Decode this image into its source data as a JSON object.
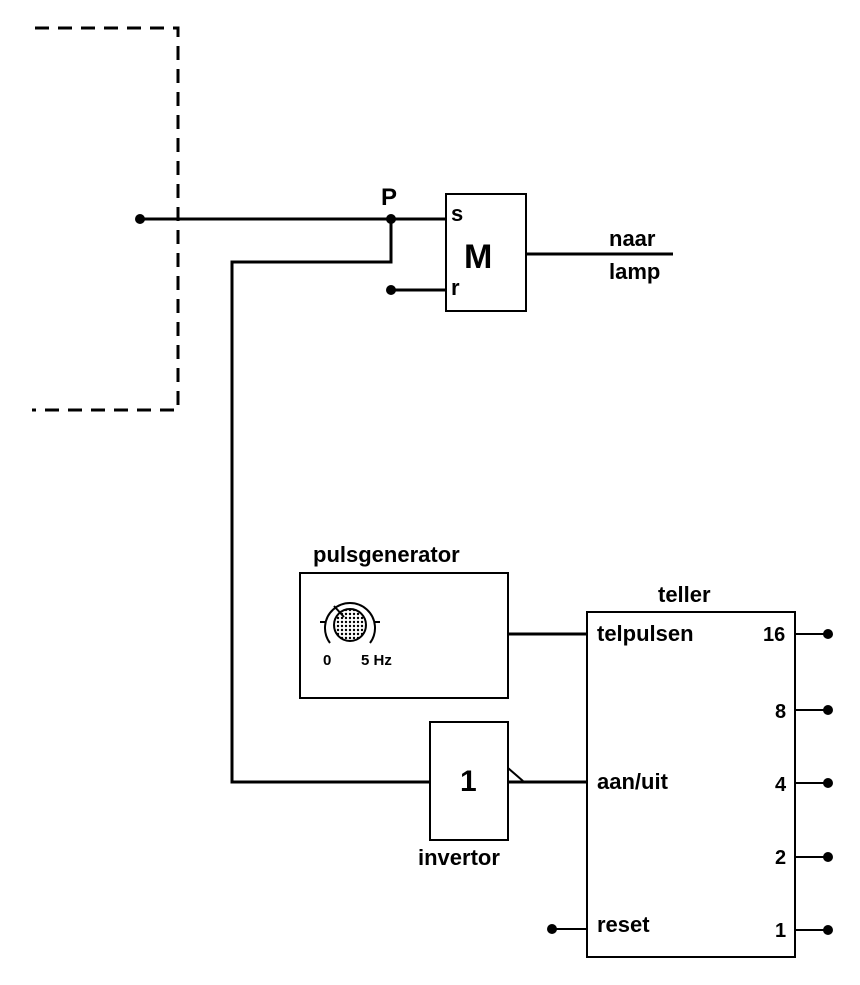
{
  "memory_cell": {
    "node_label": "P",
    "symbol": "M",
    "set_input": "s",
    "reset_input": "r",
    "output_label_1": "naar",
    "output_label_2": "lamp"
  },
  "pulse_generator": {
    "title": "pulsgenerator",
    "dial_min": "0",
    "dial_max": "5 Hz"
  },
  "invertor": {
    "symbol": "1",
    "label": "invertor"
  },
  "counter": {
    "title": "teller",
    "inputs": [
      "telpulsen",
      "aan/uit",
      "reset"
    ],
    "outputs": [
      "16",
      "8",
      "4",
      "2",
      "1"
    ]
  }
}
